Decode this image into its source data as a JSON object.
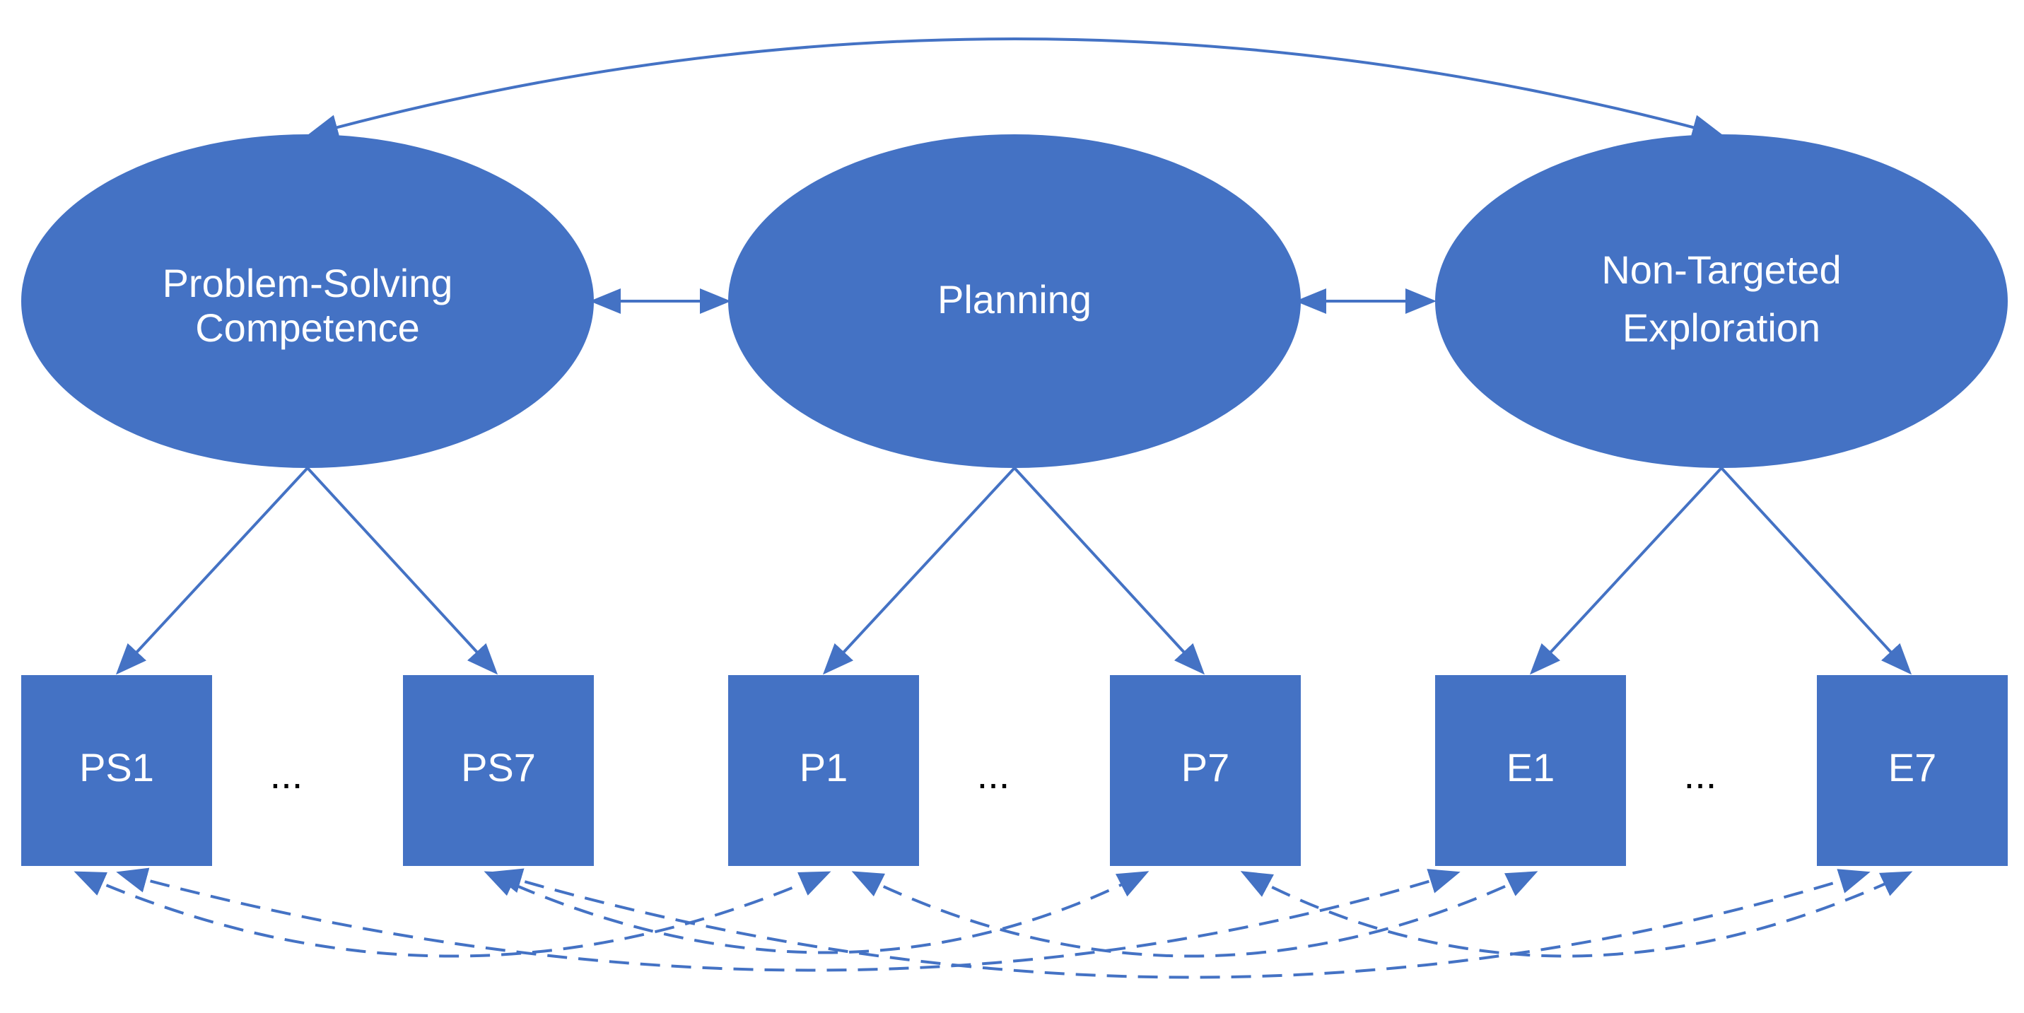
{
  "diagram": {
    "accent_color": "#4472C4",
    "line_color": "#4472C4",
    "latent_factors": [
      {
        "id": "ps",
        "label_lines": [
          "Problem-Solving",
          "Competence"
        ]
      },
      {
        "id": "p",
        "label_lines": [
          "Planning"
        ]
      },
      {
        "id": "e",
        "label_lines": [
          "Non-Targeted",
          "Exploration"
        ]
      }
    ],
    "indicators": [
      {
        "id": "ps1",
        "label": "PS1",
        "factor": "ps"
      },
      {
        "id": "ps7",
        "label": "PS7",
        "factor": "ps"
      },
      {
        "id": "p1",
        "label": "P1",
        "factor": "p"
      },
      {
        "id": "p7",
        "label": "P7",
        "factor": "p"
      },
      {
        "id": "e1",
        "label": "E1",
        "factor": "e"
      },
      {
        "id": "e7",
        "label": "E7",
        "factor": "e"
      }
    ],
    "ellipsis_text": "...",
    "factor_correlations": [
      {
        "from": "ps",
        "to": "p"
      },
      {
        "from": "p",
        "to": "e"
      },
      {
        "from": "ps",
        "to": "e"
      }
    ],
    "residual_covariances": [
      {
        "from": "ps1",
        "to": "p1"
      },
      {
        "from": "ps1",
        "to": "e1"
      },
      {
        "from": "ps7",
        "to": "p7"
      },
      {
        "from": "ps7",
        "to": "e7"
      },
      {
        "from": "p1",
        "to": "e1"
      },
      {
        "from": "p7",
        "to": "e7"
      }
    ]
  }
}
